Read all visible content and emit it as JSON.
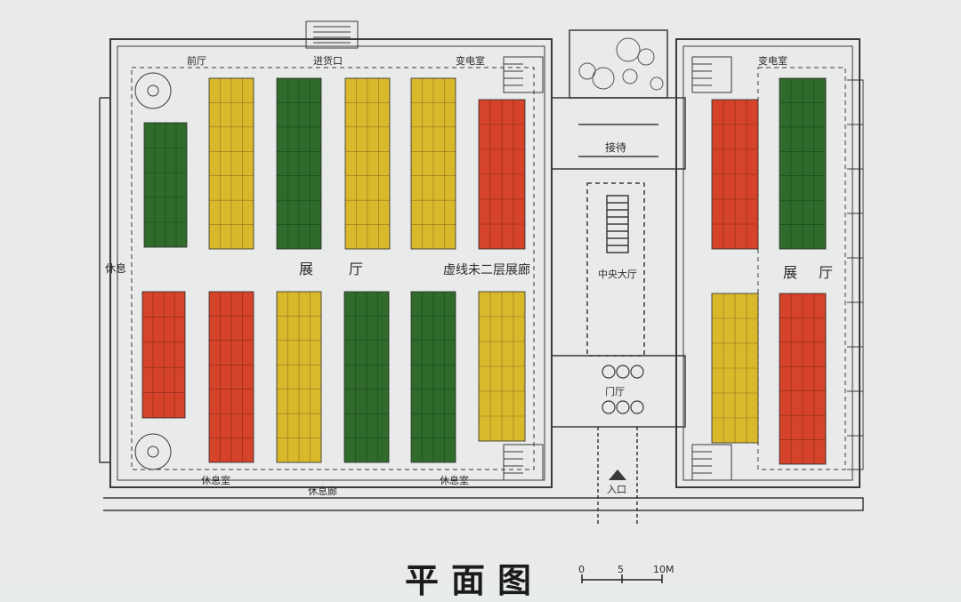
{
  "plan": {
    "title": "平面图",
    "scale_labels": [
      "0",
      "5",
      "10M"
    ],
    "colors": {
      "yellow": "#d9b82c",
      "green": "#2f6b2a",
      "red": "#d4432a",
      "wall": "#3a3a3a",
      "paper": "#e8ebea"
    }
  },
  "labels": {
    "hall_west": "厅",
    "hall_west_prefix": "展",
    "west_foyer": "前厅",
    "entrance_north": "进货口",
    "transformer_west": "变电室",
    "transformer_east": "变电室",
    "reception": "接待",
    "central_hall": "中央大厅",
    "gallery_note": "虚线未二层展廊",
    "lounge_west": "休息",
    "hall_east_a": "展",
    "hall_east_b": "厅",
    "foyer_south": "门厅",
    "entrance_south": "入口",
    "lounge_room_west": "休息室",
    "lounge_corridor": "休息廊",
    "lounge_room_east": "休息室"
  },
  "stands": [
    {
      "id": "w-top-1",
      "color": "green"
    },
    {
      "id": "w-top-2",
      "color": "yellow"
    },
    {
      "id": "w-top-3",
      "color": "green"
    },
    {
      "id": "w-top-4",
      "color": "yellow"
    },
    {
      "id": "w-top-5",
      "color": "yellow"
    },
    {
      "id": "w-top-6",
      "color": "red"
    },
    {
      "id": "w-bot-1",
      "color": "red"
    },
    {
      "id": "w-bot-2",
      "color": "red"
    },
    {
      "id": "w-bot-3",
      "color": "yellow"
    },
    {
      "id": "w-bot-4",
      "color": "green"
    },
    {
      "id": "w-bot-5",
      "color": "green"
    },
    {
      "id": "w-bot-6",
      "color": "yellow"
    },
    {
      "id": "e-top-1",
      "color": "red"
    },
    {
      "id": "e-top-2",
      "color": "green"
    },
    {
      "id": "e-bot-1",
      "color": "yellow"
    },
    {
      "id": "e-bot-2",
      "color": "red"
    }
  ]
}
